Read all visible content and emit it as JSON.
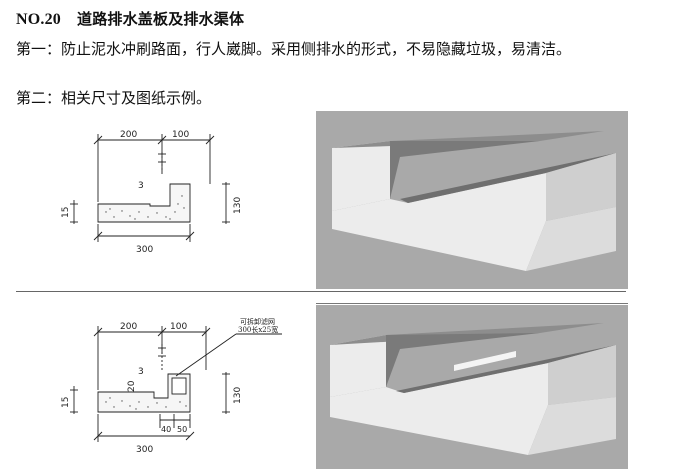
{
  "header": {
    "number": "NO.20",
    "title": "道路排水盖板及排水渠体"
  },
  "content": {
    "point1": "第一：防止泥水冲刷路面，行人崴脚。采用侧排水的形式，不易隐藏垃圾，易清洁。",
    "point2": "第二：相关尺寸及图纸示例。"
  },
  "drawing_top": {
    "dim_200": "200",
    "dim_100": "100",
    "dim_15": "15",
    "dim_3": "3",
    "dim_130": "130",
    "dim_300": "300"
  },
  "drawing_bottom": {
    "dim_200": "200",
    "dim_100": "100",
    "dim_15": "15",
    "dim_20": "20",
    "dim_3": "3",
    "dim_130": "130",
    "dim_40": "40",
    "dim_50": "50",
    "dim_300": "300",
    "note_line1": "可拆卸滤网",
    "note_line2": "300长x25宽"
  },
  "colors": {
    "render_bg": "#a9a9a9",
    "block_face": "#efefef",
    "block_top": "#747474"
  }
}
